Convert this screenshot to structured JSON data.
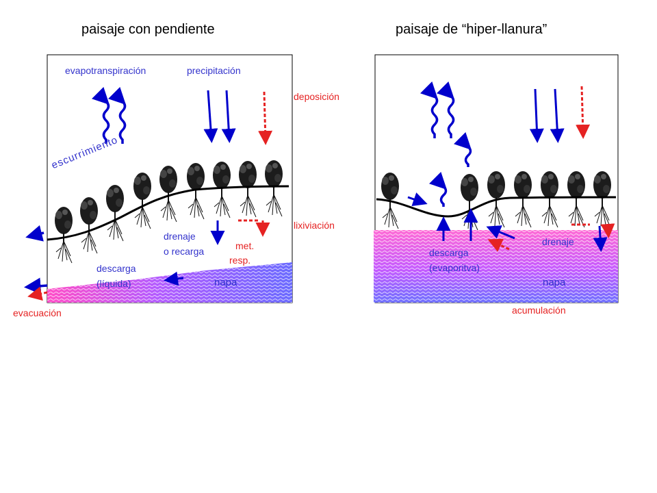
{
  "titles": {
    "left": "paisaje con pendiente",
    "right": "paisaje de “hiper-llanura”"
  },
  "left_panel": {
    "evapotranspiracion": "evapotranspiración",
    "precipitacion": "precipitación",
    "escurrimiento": "escurrimiento",
    "drenaje_line1": "drenaje",
    "drenaje_line2": "o recarga",
    "met_line1": "met.",
    "met_line2": "resp.",
    "descarga_line1": "descarga",
    "descarga_line2": "(líquida)",
    "napa": "napa"
  },
  "right_panel": {
    "descarga_line1": "descarga",
    "descarga_line2": "(evaporitva)",
    "drenaje": "drenaje",
    "napa": "napa"
  },
  "outside_labels": {
    "deposicion": "deposición",
    "lixiviacion": "lixiviación",
    "evacuacion": "evacuación",
    "acumulacion": "acumulación"
  },
  "colors": {
    "water_flow": "#0000cc",
    "solute_flow": "#e52222",
    "label_blue": "#3333cc",
    "label_red": "#e52222",
    "water_table_blue": "#6b6bff",
    "water_table_pink": "#ff6bd6"
  }
}
